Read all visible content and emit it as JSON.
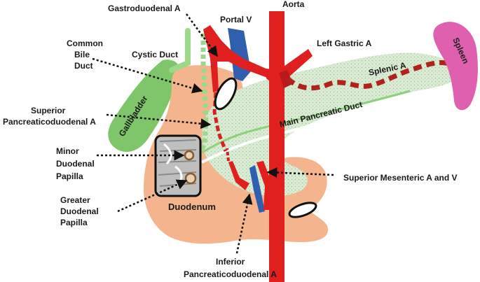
{
  "diagram": {
    "labels": {
      "gastroduodenal_a": "Gastroduodenal A",
      "portal_v": "Portal V",
      "aorta": "Aorta",
      "left_gastric_a": "Left Gastric A",
      "spleen": "Spleen",
      "splenic_a": "Splenic A",
      "common_bile_duct": [
        "Common",
        "Bile",
        "Duct"
      ],
      "cystic_duct": "Cystic Duct",
      "gallbladder": "Gallbladder",
      "superior_pancreaticoduodenal_a": [
        "Superior",
        "Pancreaticoduodenal A"
      ],
      "main_pancreatic_duct": "Main Pancreatic Duct",
      "minor_duodenal_papilla": [
        "Minor",
        "Duodenal",
        "Papilla"
      ],
      "greater_duodenal_papilla": [
        "Greater",
        "Duodenal",
        "Papilla"
      ],
      "duodenum": "Duodenum",
      "superior_mesenteric_a_and_v": "Superior Mesenteric A and V",
      "inferior_pancreaticoduodenal_a": [
        "Inferior",
        "Pancreaticoduodenal A"
      ]
    },
    "colors": {
      "artery": "#e0201e",
      "artery_dark": "#b8191a",
      "vein": "#2f5fae",
      "pancreas": "#d9ead3",
      "pancreas_dots": "#9ec49a",
      "duodenum": "#f4b58e",
      "gallbladder": "#7fc66a",
      "duct": "#9dd88a",
      "spleen": "#e060b0",
      "splenic_artery": "#b0221c",
      "papilla_box": "#cfcfcf",
      "papilla_ring": "#8a5a2a"
    }
  }
}
